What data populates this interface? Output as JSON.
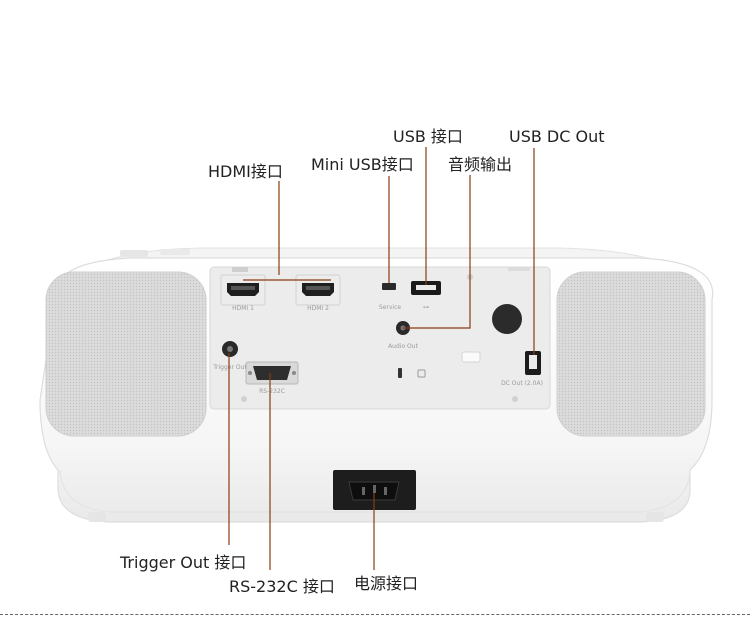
{
  "callouts": {
    "hdmi": "HDMI接口",
    "mini_usb": "Mini USB接口",
    "usb": "USB 接口",
    "audio": "音频输出",
    "usb_dc_out": "USB DC Out",
    "trigger_out": "Trigger Out  接口",
    "rs232c": "RS-232C 接口",
    "power": "电源接口"
  },
  "panel_labels": {
    "hdmi1": "HDMI 1",
    "hdmi2": "HDMI 2",
    "service": "Service",
    "usb_symbol": "⊶",
    "audio_out": "Audio Out",
    "trigger_out": "Trigger Out",
    "rs232c": "RS-232C",
    "dc_out": "DC Out (2.0A)"
  },
  "colors": {
    "leader_line": "#8a3b12",
    "body": "#f7f7f7",
    "panel": "#eeeeee",
    "grille": "#d6d6d6"
  }
}
